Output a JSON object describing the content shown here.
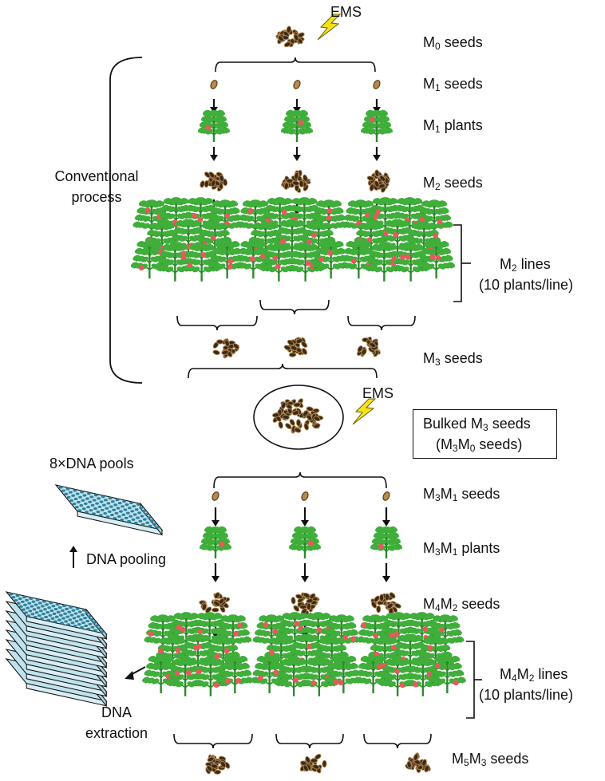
{
  "mutagen": "EMS",
  "stages": {
    "m0_seeds": {
      "main": "M",
      "sub": "0",
      "tail": " seeds"
    },
    "m1_seeds": {
      "main": "M",
      "sub": "1",
      "tail": " seeds"
    },
    "m1_plants": {
      "main": "M",
      "sub": "1",
      "tail": " plants"
    },
    "m2_seeds": {
      "main": "M",
      "sub": "2",
      "tail": " seeds"
    },
    "m2_lines": {
      "main": "M",
      "sub": "2",
      "tail": " lines"
    },
    "m2_lines_note": "(10 plants/line)",
    "m3_seeds": {
      "main": "M",
      "sub": "3",
      "tail": " seeds"
    },
    "bulked_line1": {
      "pre": "Bulked M",
      "sub": "3",
      "tail": " seeds"
    },
    "bulked_line2": {
      "p1": "(M",
      "s1": "3",
      "p2": "M",
      "s2": "0",
      "tail": " seeds)"
    },
    "m3m1_seeds": {
      "a": "M",
      "as": "3",
      "b": "M",
      "bs": "1",
      "tail": " seeds"
    },
    "m3m1_plants": {
      "a": "M",
      "as": "3",
      "b": "M",
      "bs": "1",
      "tail": " plants"
    },
    "m4m2_seeds": {
      "a": "M",
      "as": "4",
      "b": "M",
      "bs": "2",
      "tail": " seeds"
    },
    "m4m2_lines": {
      "a": "M",
      "as": "4",
      "b": "M",
      "bs": "2",
      "tail": " lines"
    },
    "m4m2_lines_note": "(10 plants/line)",
    "m5m3_seeds": {
      "a": "M",
      "as": "5",
      "b": "M",
      "bs": "3",
      "tail": " seeds"
    }
  },
  "conventional_label": [
    "Conventional",
    "process"
  ],
  "dna_pools_label": "8×DNA pools",
  "dna_pooling_label": "DNA pooling",
  "dna_extraction_label": [
    "DNA",
    "extraction"
  ],
  "colors": {
    "leaf": "#3fae3a",
    "leaf_dark": "#2b8a2a",
    "fruit": "#e9585f",
    "seed": "#3a2a1a",
    "seed_light": "#b98a4e",
    "bolt": "#f5e21a",
    "plate": "#bfe3ee",
    "well": "#2e7f9a"
  },
  "icons": [
    "lightning-icon",
    "seed-pile-icon",
    "single-seed-icon",
    "plant-icon",
    "plant-group-icon",
    "well-plate-icon",
    "arrow-icon"
  ]
}
